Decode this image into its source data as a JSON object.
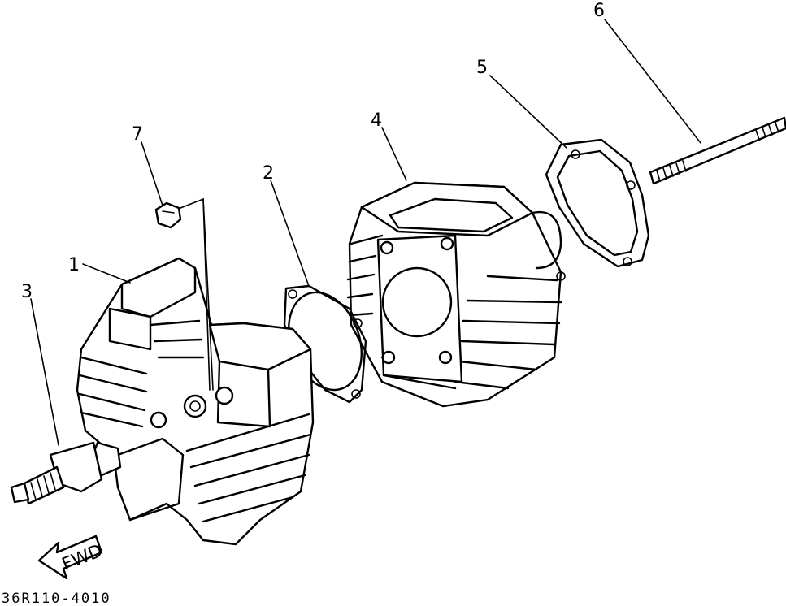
{
  "callouts": {
    "part_1": "1",
    "part_2": "2",
    "part_3": "3",
    "part_4": "4",
    "part_5": "5",
    "part_6": "6",
    "part_7": "7"
  },
  "direction_label": "FWD",
  "drawing_code": "36R110-4010"
}
